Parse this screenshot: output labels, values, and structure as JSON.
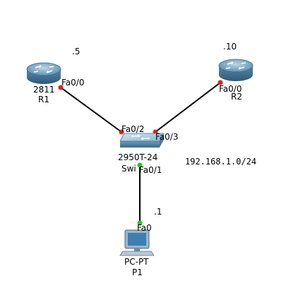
{
  "devices": {
    "r1": {
      "model": "2811",
      "name": "R1"
    },
    "r2": {
      "model": "",
      "name": "R2"
    },
    "switch": {
      "model": "2950T-24",
      "name": "Swi"
    },
    "pc": {
      "model": "PC-PT",
      "name": "P1"
    }
  },
  "interfaces": {
    "r1": "Fa0/0",
    "r2": "Fa0/0",
    "switch_to_r1": "Fa0/2",
    "switch_to_r2": "Fa0/3",
    "switch_to_pc": "Fa0/1",
    "pc": "Fa0"
  },
  "addresses": {
    "r1": ".5",
    "r2": ".10",
    "pc": ".1"
  },
  "network": "192.168.1.0/24",
  "colors": {
    "link": "#000000",
    "port_down": "#e02020",
    "port_up": "#22cc22",
    "device_blue": "#5e8fb0"
  }
}
